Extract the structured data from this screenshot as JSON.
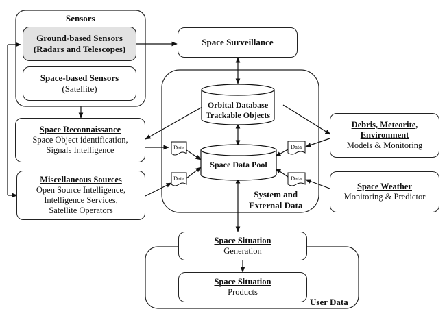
{
  "sensors": {
    "group_label": "Sensors",
    "ground": {
      "line1": "Ground-based Sensors",
      "line2": "(Radars and Telescopes)"
    },
    "space": {
      "line1": "Space-based Sensors",
      "line2": "(Satellite)"
    }
  },
  "surveillance": {
    "label": "Space Surveillance"
  },
  "reconnaissance": {
    "title": "Space Reconnaissance",
    "line1": "Space Object identification,",
    "line2": "Signals Intelligence"
  },
  "misc": {
    "title": "Miscellaneous Sources",
    "line1": "Open Source Intelligence,",
    "line2": "Intelligence Services,",
    "line3": "Satellite Operators"
  },
  "orbital_db": {
    "line1": "Orbital Database",
    "line2": "Trackable Objects"
  },
  "data_pool": {
    "label": "Space Data Pool"
  },
  "system_group": {
    "line1": "System and",
    "line2": "External Data"
  },
  "debris": {
    "line1": "Debris, Meteorite,",
    "line2": "Environment",
    "line3": "Models & Monitoring"
  },
  "weather": {
    "title": "Space Weather",
    "line1": "Monitoring & Predictor"
  },
  "situation_generation": {
    "title": "Space Situation",
    "line1": "Generation"
  },
  "situation_products": {
    "title": "Space Situation",
    "line1": "Products"
  },
  "user_group": {
    "label": "User Data"
  },
  "data_tag": "Data"
}
